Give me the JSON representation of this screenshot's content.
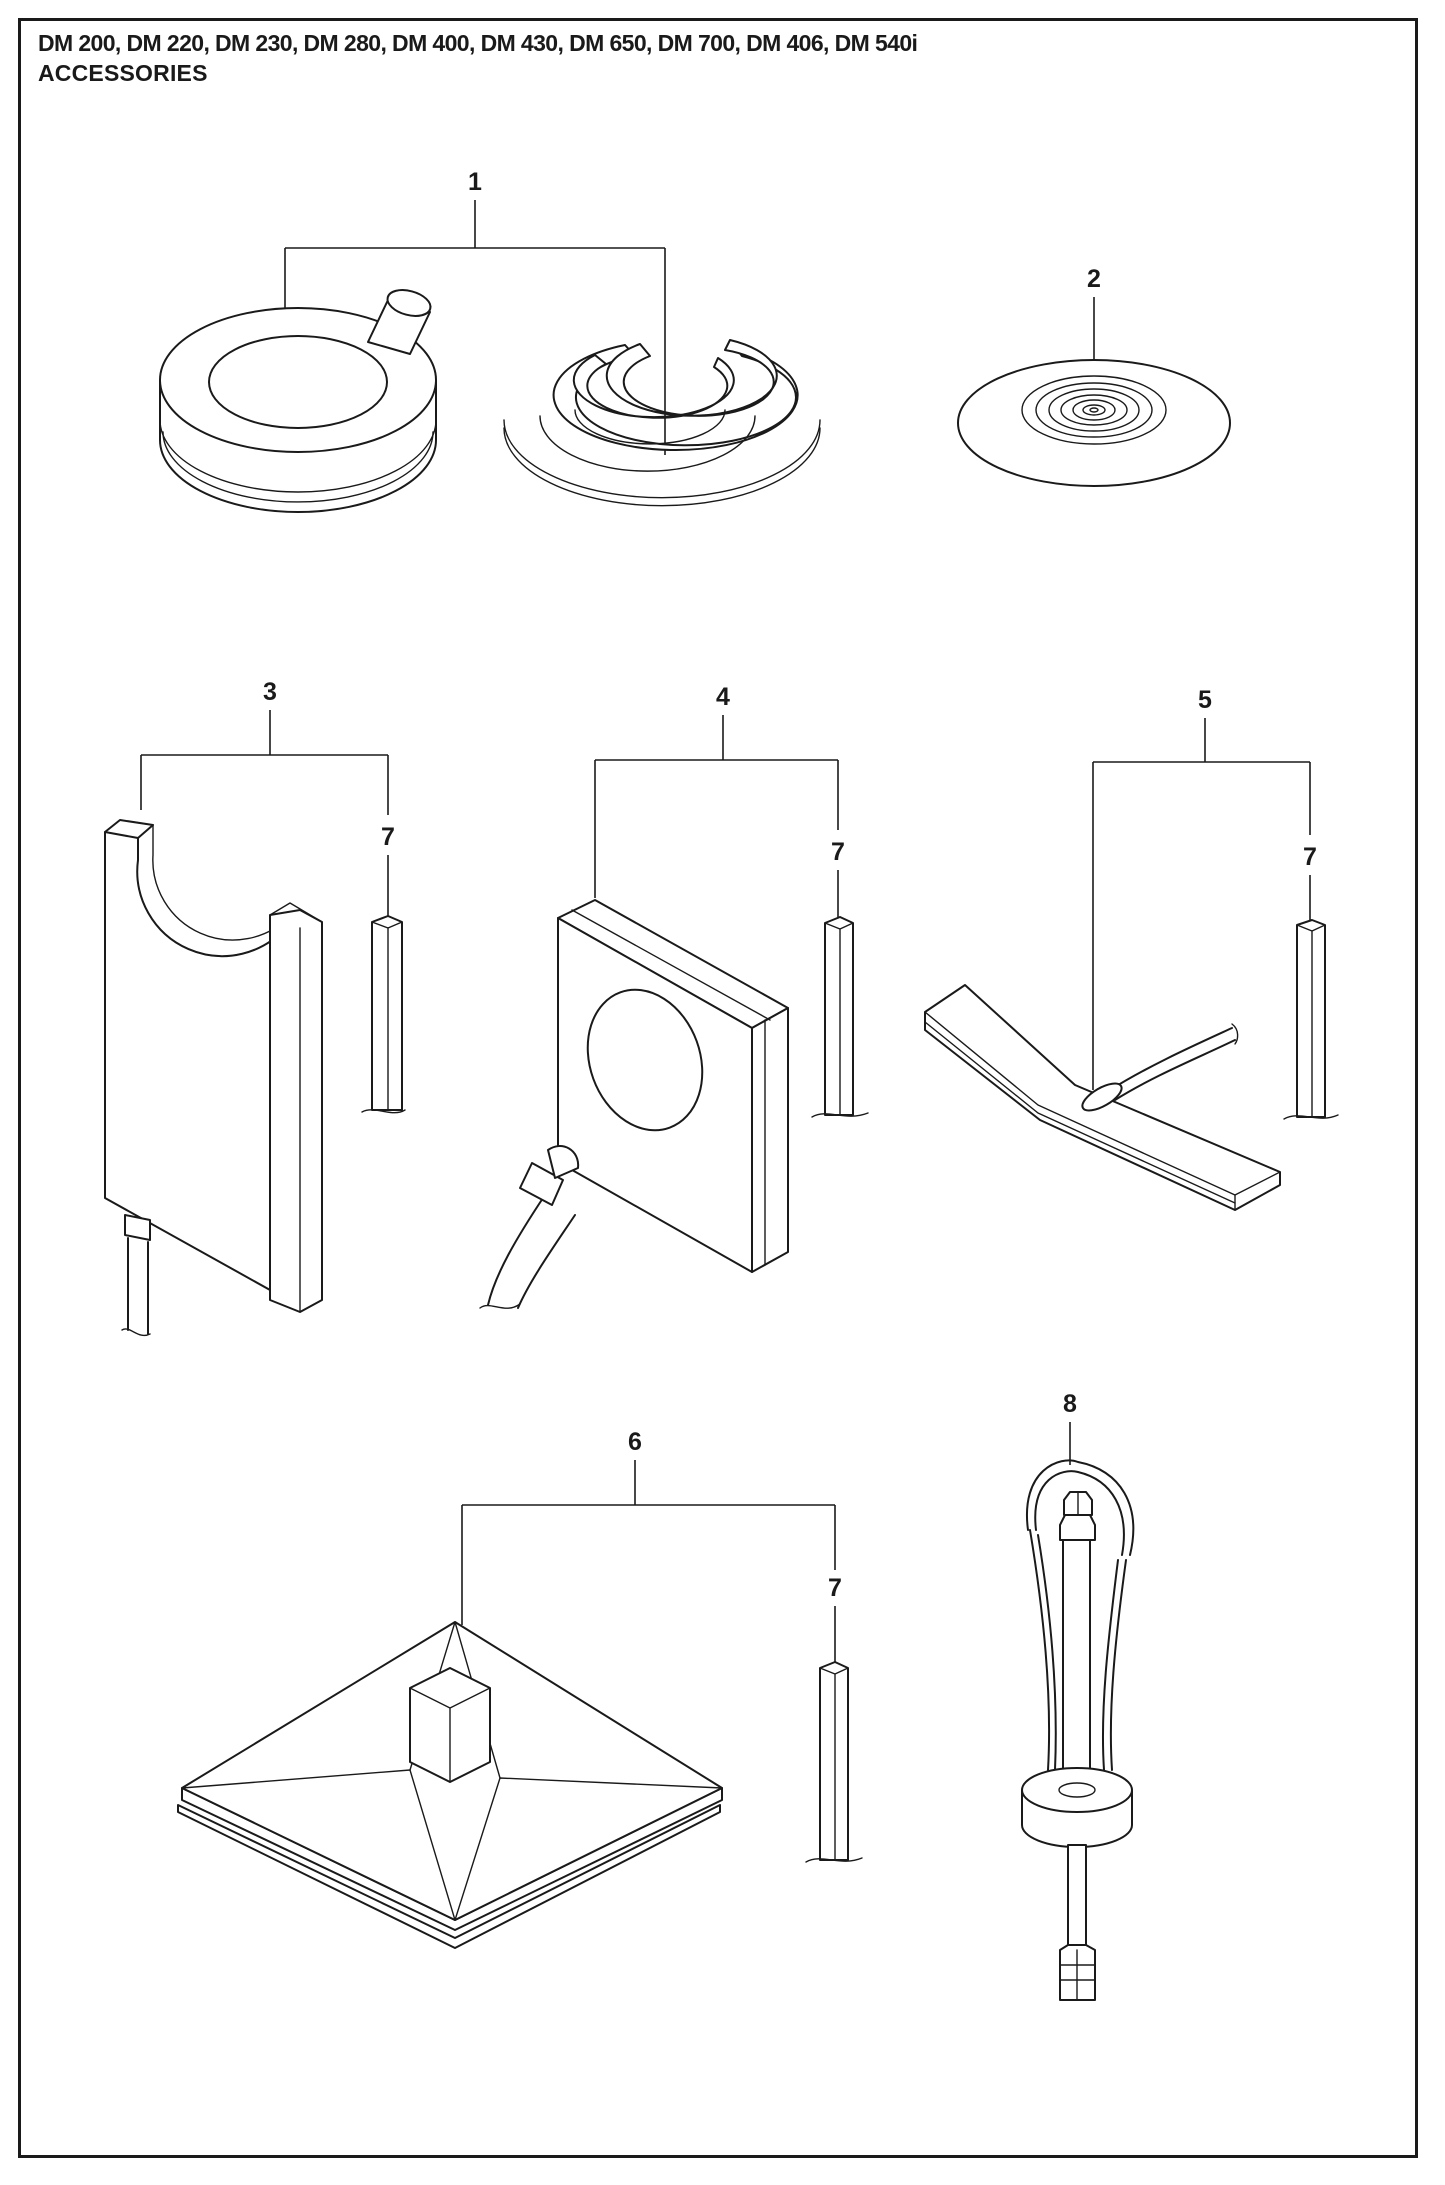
{
  "header": {
    "models": "DM 200, DM 220, DM 230, DM 280, DM 400, DM 430, DM 650, DM 700, DM 406, DM 540i",
    "title": "ACCESSORIES"
  },
  "callouts": {
    "c1": "1",
    "c2": "2",
    "c3": "3",
    "c4": "4",
    "c5": "5",
    "c6": "6",
    "c7": "7",
    "c8": "8"
  },
  "colors": {
    "line": "#1a1a1a",
    "paper": "#ffffff"
  }
}
